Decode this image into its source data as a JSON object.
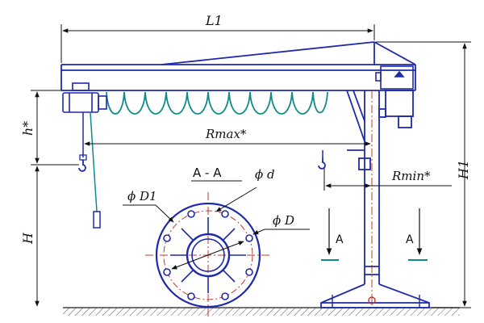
{
  "labels": {
    "L1": "L1",
    "h": "h*",
    "H": "H",
    "H1": "H1",
    "Rmax": "Rmax*",
    "Rmin": "Rmin*",
    "section": "A - A",
    "d": "ϕ d",
    "D1": "ϕ D1",
    "D": "ϕ D",
    "A_left": "A",
    "A_right": "A"
  },
  "colors": {
    "structure": "#1f2aa8",
    "dimension": "#111111",
    "cable": "#0f8a8a",
    "bolt_circle": "#c0392b",
    "ground": "#444444"
  }
}
